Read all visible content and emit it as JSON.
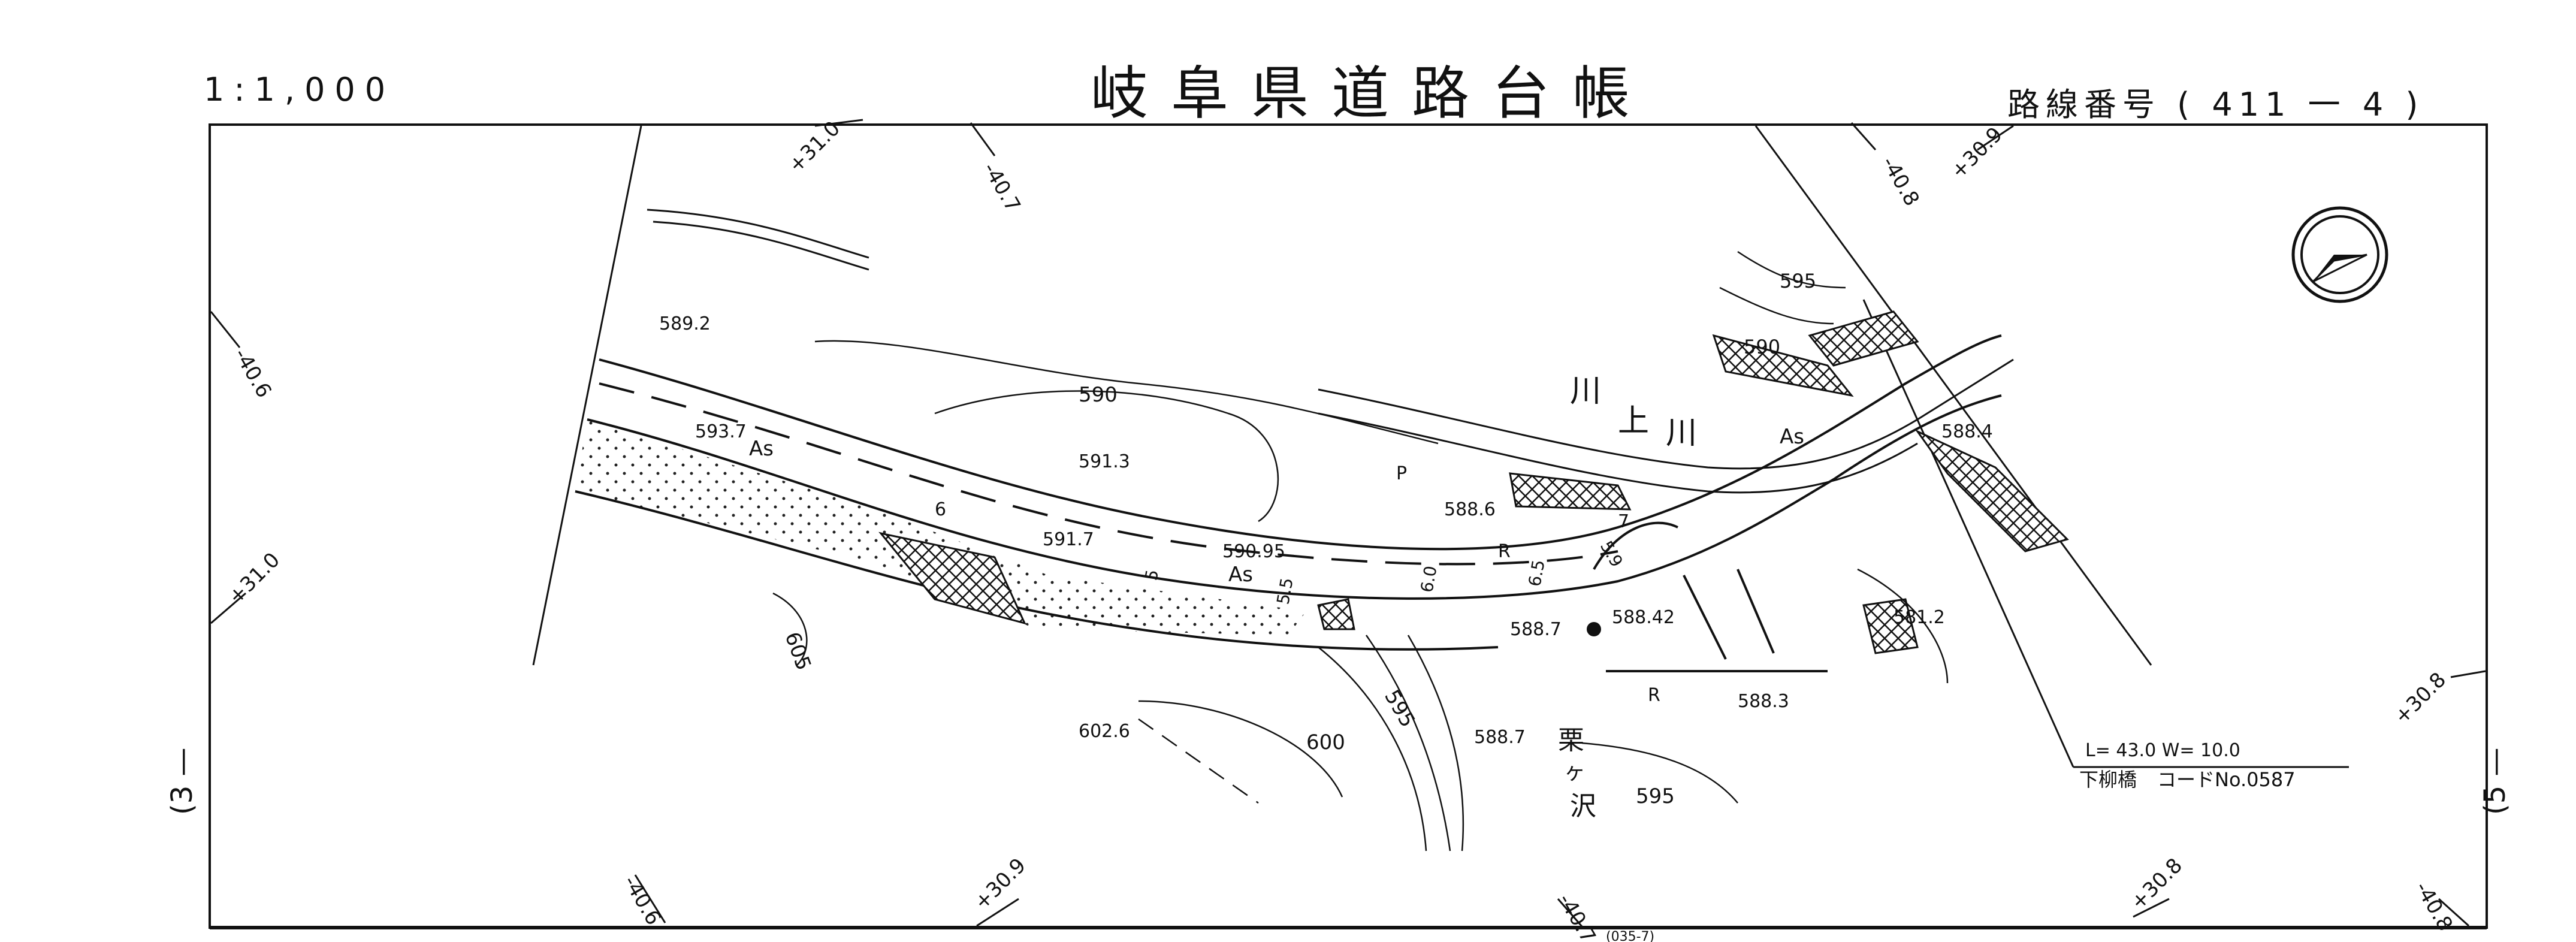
{
  "header": {
    "scale": "1:1,000",
    "title": "岐阜県道路台帳",
    "route_label": "路線番号",
    "route_open": "(",
    "route_number": "411",
    "route_dash": "一",
    "route_section": "4",
    "route_close": ")"
  },
  "margins": {
    "left_sheet": "(3 —",
    "right_sheet": "(5 —"
  },
  "grid_labels": {
    "top_1": "+31.0",
    "top_2": "-40.7",
    "top_3": "-40.8",
    "top_4": "+30.9",
    "left_1": "-40.6",
    "left_2": "+31.0",
    "right_1": "+30.8",
    "bottom_1": "-40.6",
    "bottom_2": "+30.9",
    "bottom_3": "-40.7",
    "bottom_4": "+30.8",
    "bottom_5": "-40.8"
  },
  "map_labels": {
    "elev_1": "589.2",
    "elev_2": "593.7",
    "pave_1": "As",
    "contour_590": "590",
    "elev_3": "591.3",
    "elev_4": "591.7",
    "elev_5": "590.95",
    "pave_2": "As",
    "elev_6": "588.6",
    "contour_605": "605",
    "elev_7": "602.6",
    "contour_600": "600",
    "contour_595": "595",
    "elev_8": "588.7",
    "elev_9": "588.7",
    "elev_10": "588.42",
    "elev_11": "588.3",
    "contour_595b": "595",
    "contour_595c": "595",
    "contour_590b": "590",
    "elev_12": "588.4",
    "elev_13": "581.2",
    "pave_3": "As",
    "river_1": "川",
    "river_2": "上",
    "river_3": "川",
    "stream_1": "栗",
    "stream_2": "ヶ",
    "stream_3": "沢",
    "station_5": "5",
    "station_6": "6",
    "station_7": "7",
    "sta_55": "5.5",
    "sta_60": "6.0",
    "sta_65": "6.5",
    "sta_59": "5.9",
    "mark_r1": "R",
    "mark_r2": "R",
    "mark_p": "P"
  },
  "bridge": {
    "dimensions": "L= 43.0    W= 10.0",
    "name": "下柳橋",
    "code": "コードNo.0587"
  },
  "north_arrow": "north-arrow-icon",
  "bottom_text": "(035-7)"
}
